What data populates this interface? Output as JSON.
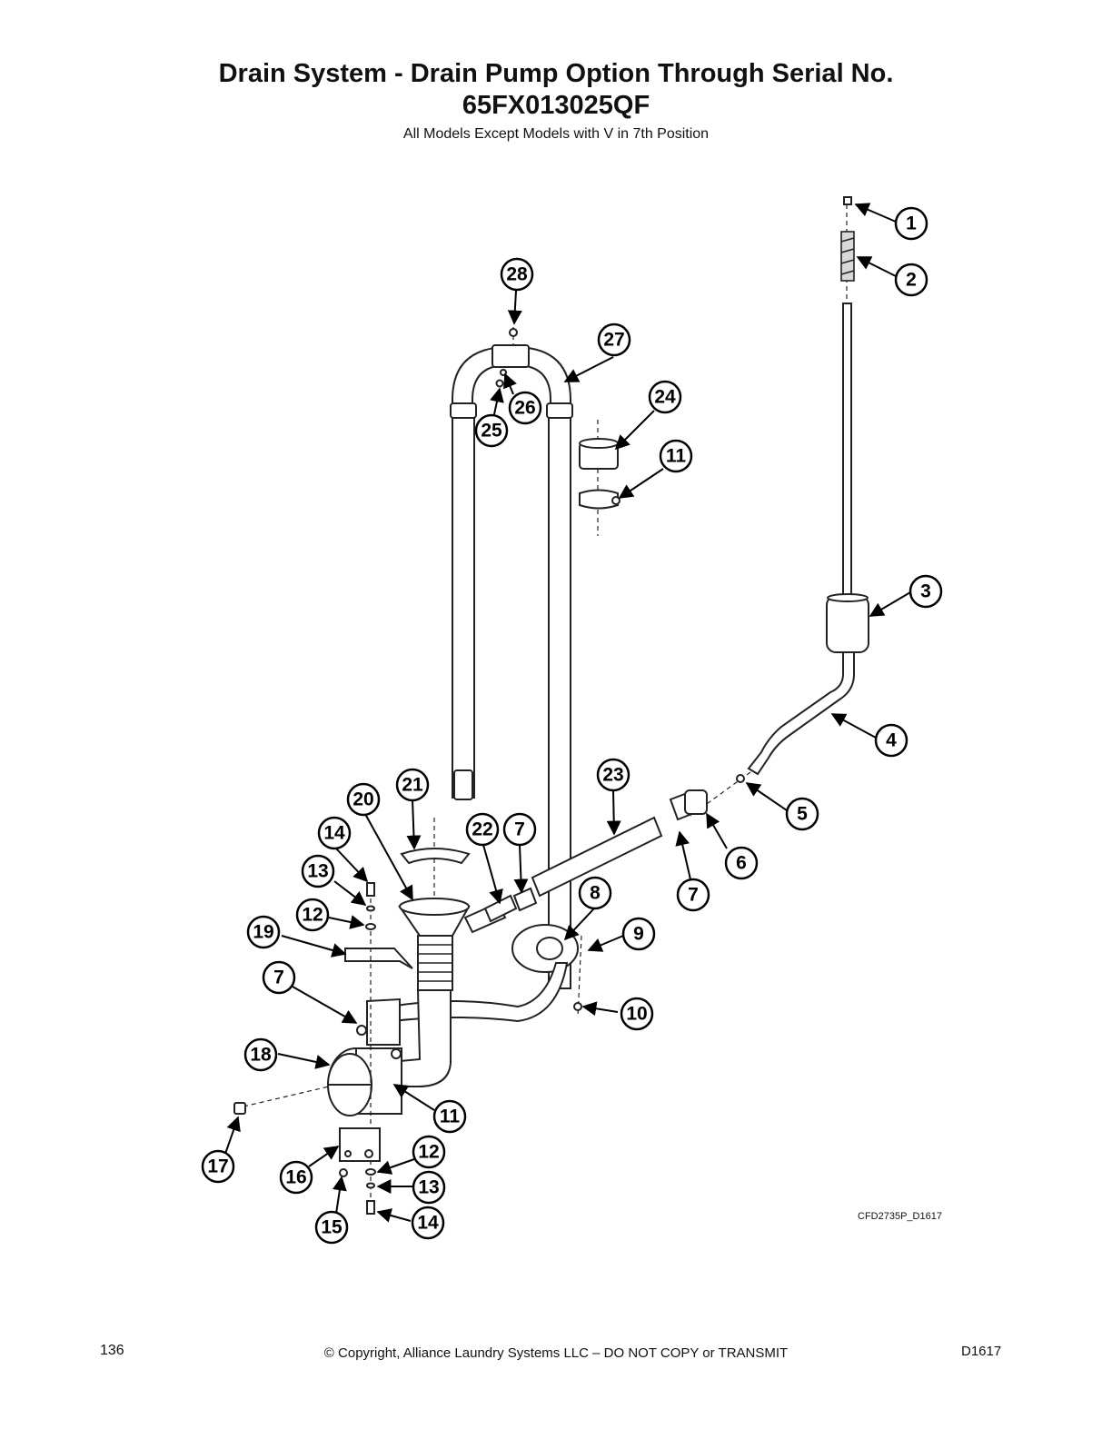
{
  "header": {
    "title_line1": "Drain System - Drain Pump Option Through Serial No.",
    "title_line2": "65FX013025QF",
    "subtitle": "All Models Except Models with V in 7th Position"
  },
  "callouts": [
    {
      "label": "1"
    },
    {
      "label": "2"
    },
    {
      "label": "3"
    },
    {
      "label": "4"
    },
    {
      "label": "5"
    },
    {
      "label": "6"
    },
    {
      "label": "7"
    },
    {
      "label": "7"
    },
    {
      "label": "7"
    },
    {
      "label": "8"
    },
    {
      "label": "9"
    },
    {
      "label": "10"
    },
    {
      "label": "11"
    },
    {
      "label": "11"
    },
    {
      "label": "12"
    },
    {
      "label": "12"
    },
    {
      "label": "13"
    },
    {
      "label": "13"
    },
    {
      "label": "14"
    },
    {
      "label": "14"
    },
    {
      "label": "15"
    },
    {
      "label": "16"
    },
    {
      "label": "17"
    },
    {
      "label": "18"
    },
    {
      "label": "19"
    },
    {
      "label": "20"
    },
    {
      "label": "21"
    },
    {
      "label": "22"
    },
    {
      "label": "23"
    },
    {
      "label": "24"
    },
    {
      "label": "25"
    },
    {
      "label": "26"
    },
    {
      "label": "27"
    },
    {
      "label": "28"
    }
  ],
  "drawing_code": "CFD2735P_D1617",
  "footer": {
    "page_number": "136",
    "copyright": "© Copyright, Alliance Laundry Systems LLC – DO NOT COPY or TRANSMIT",
    "doc_code": "D1617"
  }
}
